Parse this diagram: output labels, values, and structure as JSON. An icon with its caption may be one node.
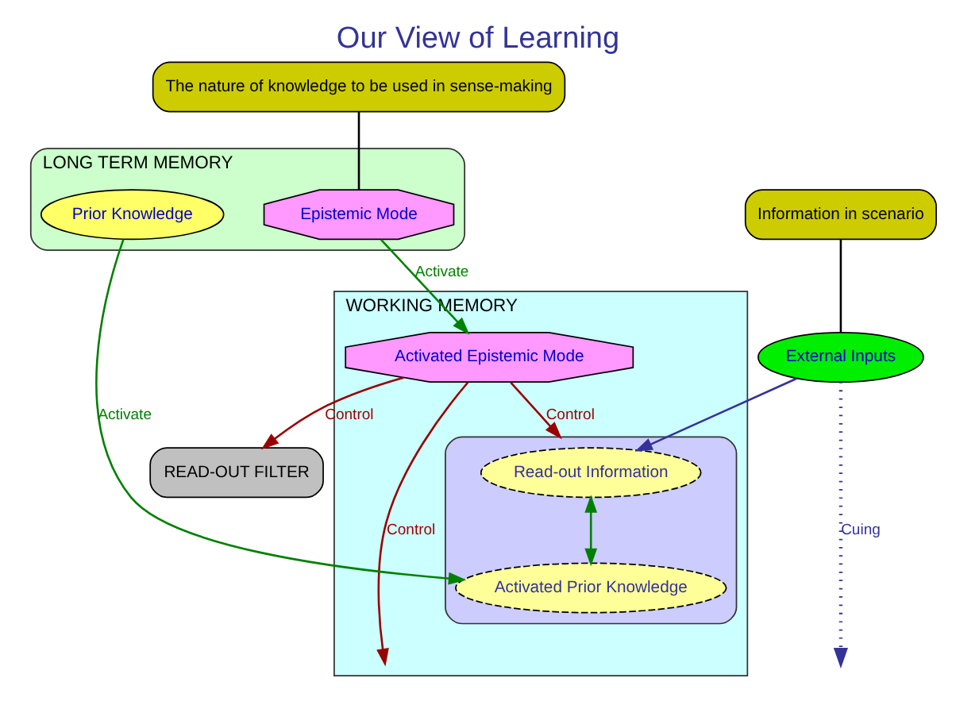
{
  "diagram": {
    "title": "Our View of Learning",
    "nodes": [
      {
        "text": [
          "WORKING MEMORY"
        ]
      },
      {
        "text": [
          "External Inputs"
        ]
      },
      {
        "text": [
          "READ-OUT FILTER"
        ]
      },
      {
        "text": [
          "Information in scenario"
        ]
      },
      {
        "text": [],
        "shape": "box",
        "in": 0
      },
      {
        "text": [
          "Read-out Information"
        ],
        "in": 4
      },
      {
        "text": [
          "Activated Prior Knowledge"
        ],
        "in": 4
      },
      {
        "text": [
          "Activated Epistemic Mode"
        ],
        "in": 0
      },
      {
        "text": [
          "LONG TERM MEMORY"
        ]
      },
      {
        "text": [
          "The nature of knowledge to be used in sense-making"
        ]
      },
      {
        "text": [
          "Epistemic Mode"
        ],
        "in": 8
      },
      {
        "text": [
          "Prior Knowledge"
        ],
        "in": 8
      }
    ],
    "edges": [
      {
        "from": 1,
        "to": 5,
        "arrow": "to",
        "color": "#333399"
      },
      {
        "from": 7,
        "to": 2,
        "arrow": "to",
        "label": "Control",
        "color": "#990000"
      },
      {
        "from": 7,
        "to": 4,
        "arrow": "to",
        "label": "Control",
        "color": "#990000"
      },
      {
        "from": 7,
        "to": null,
        "arrow": "to",
        "label": "Control",
        "color": "#990000"
      },
      {
        "from": 1,
        "to": null,
        "arrow": "to",
        "label": "Cuing",
        "style": "dashed",
        "color": "#333399"
      },
      {
        "from": 10,
        "to": 7,
        "arrow": "to",
        "label": "Activate",
        "color": "#008000"
      },
      {
        "from": 11,
        "to": 6,
        "arrow": "to",
        "label": "Activate",
        "color": "#008000"
      },
      {
        "from": 5,
        "to": 6,
        "arrow": "both",
        "color": "#008000"
      },
      {
        "from": 3,
        "to": 1,
        "arrow": "none",
        "color": "#000000"
      },
      {
        "from": 9,
        "to": 10,
        "arrow": "none",
        "color": "#000000"
      }
    ]
  }
}
